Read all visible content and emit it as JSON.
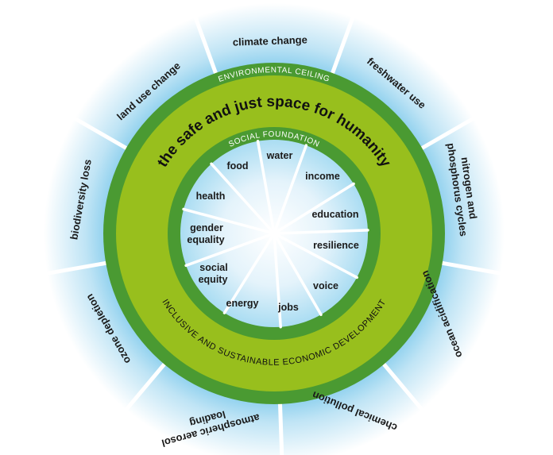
{
  "diagram": {
    "title": "the safe and just space for humanity",
    "environmental_ceiling_label": "ENVIRONMENTAL CEILING",
    "social_foundation_label": "SOCIAL FOUNDATION",
    "economic_label": "INCLUSIVE AND SUSTAINABLE ECONOMIC DEVELOPMENT",
    "planetary_boundaries": [
      {
        "label": "climate change"
      },
      {
        "label": "freshwater use"
      },
      {
        "label": "nitrogen and",
        "label2": "phosphorus cycles"
      },
      {
        "label": "ocean acidification"
      },
      {
        "label": "chemical pollution"
      },
      {
        "label": "atmospheric aerosol",
        "label2": "loading"
      },
      {
        "label": "ozone depletion"
      },
      {
        "label": "biodiversity loss"
      },
      {
        "label": "land use change"
      }
    ],
    "social_foundations": [
      {
        "label": "water"
      },
      {
        "label": "income"
      },
      {
        "label": "education"
      },
      {
        "label": "resilience"
      },
      {
        "label": "voice"
      },
      {
        "label": "jobs"
      },
      {
        "label": "energy"
      },
      {
        "label": "social",
        "label2": "equity"
      },
      {
        "label": "gender",
        "label2": "equality"
      },
      {
        "label": "health"
      },
      {
        "label": "food"
      }
    ],
    "colors": {
      "dark_green": "#4a9a32",
      "light_green": "#98bf1d",
      "sky_blue": "#8fd0ee",
      "white": "#ffffff",
      "text": "#1a1a1a"
    }
  }
}
